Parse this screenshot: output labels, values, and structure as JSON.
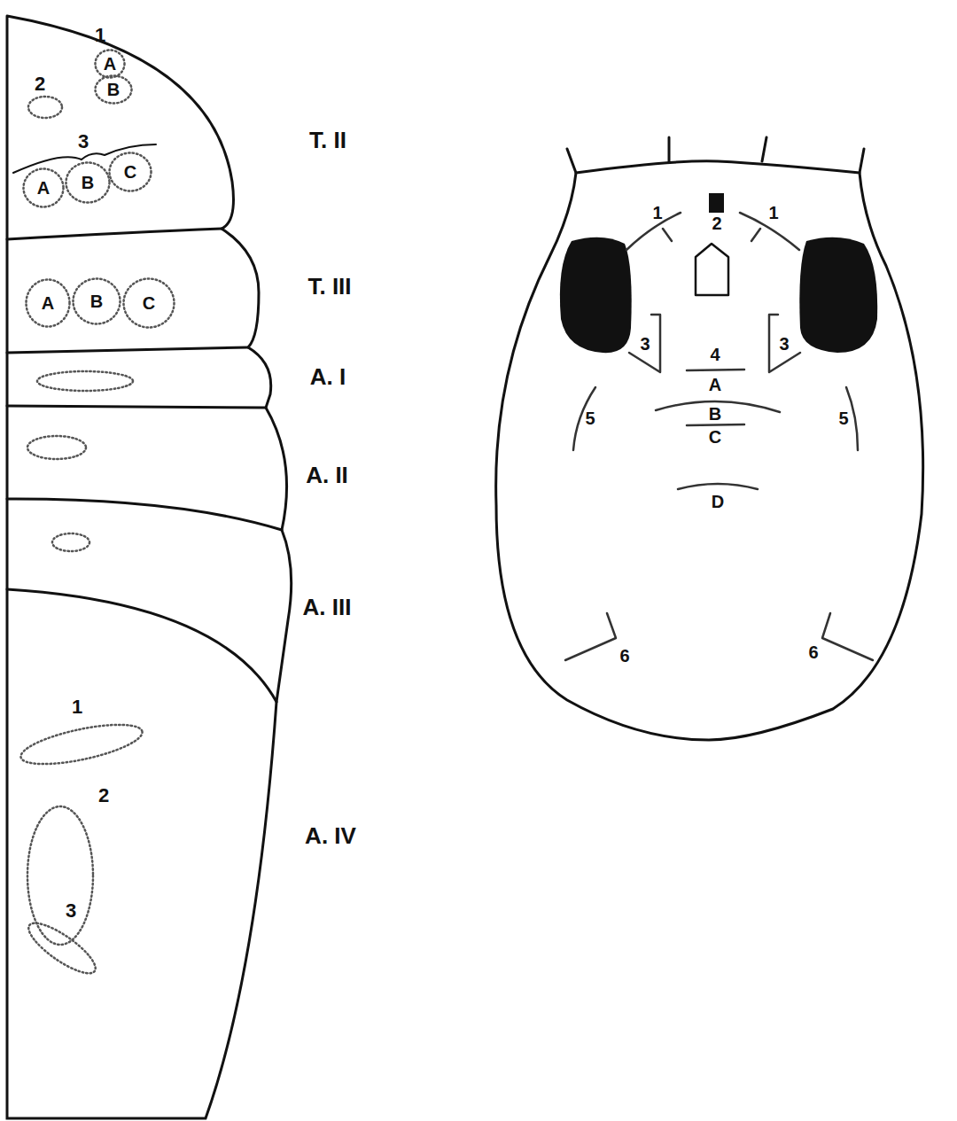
{
  "diagram": {
    "nodes": [
      {
        "text": [
          "A"
        ]
      },
      {
        "text": [
          "B"
        ]
      },
      {
        "text": [
          "A"
        ]
      },
      {
        "text": [
          "B"
        ]
      },
      {
        "text": [
          "C"
        ]
      },
      {
        "text": [
          "A"
        ]
      },
      {
        "text": [
          "B"
        ]
      },
      {
        "text": [
          "C"
        ]
      }
    ],
    "labels": [
      "1",
      "2",
      "3",
      "T. II",
      "T. III",
      "A. I",
      "A. II",
      "A. III",
      "A. IV",
      "1",
      "2",
      "3",
      "1",
      "1",
      "2",
      "3",
      "3",
      "4",
      "A",
      "B",
      "C",
      "D",
      "5",
      "5",
      "6",
      "6"
    ]
  }
}
